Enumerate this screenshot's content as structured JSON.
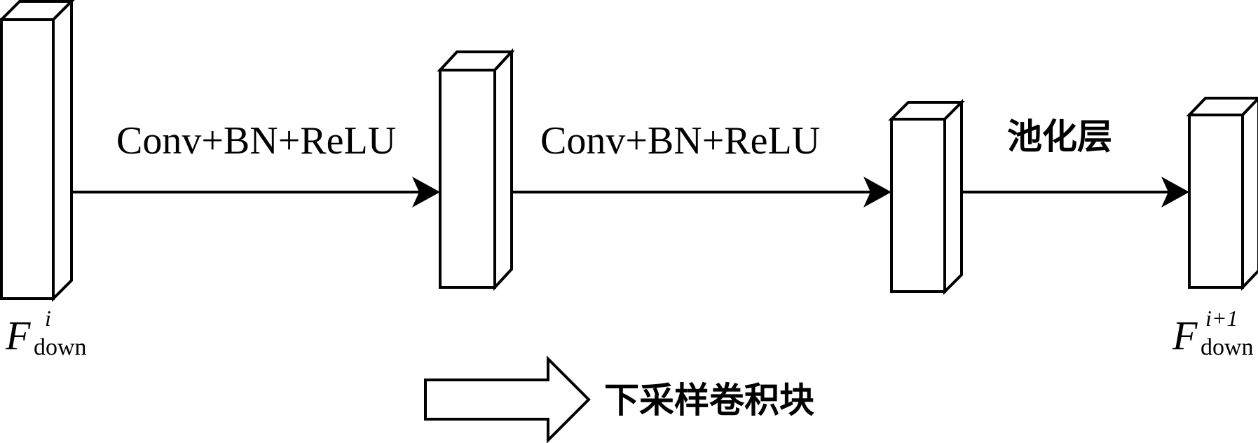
{
  "diagram": {
    "blocks": [
      {
        "id": "block-1"
      },
      {
        "id": "block-2"
      },
      {
        "id": "block-3"
      },
      {
        "id": "block-4"
      }
    ],
    "connections": [
      {
        "label": "Conv+BN+ReLU"
      },
      {
        "label": "Conv+BN+ReLU"
      },
      {
        "label": "池化层"
      }
    ],
    "input_symbol": {
      "main": "F",
      "sup": "i",
      "sub": "down"
    },
    "output_symbol": {
      "main": "F",
      "sup": "i+1",
      "sub": "down"
    },
    "legend": {
      "label": "下采样卷积块"
    }
  }
}
